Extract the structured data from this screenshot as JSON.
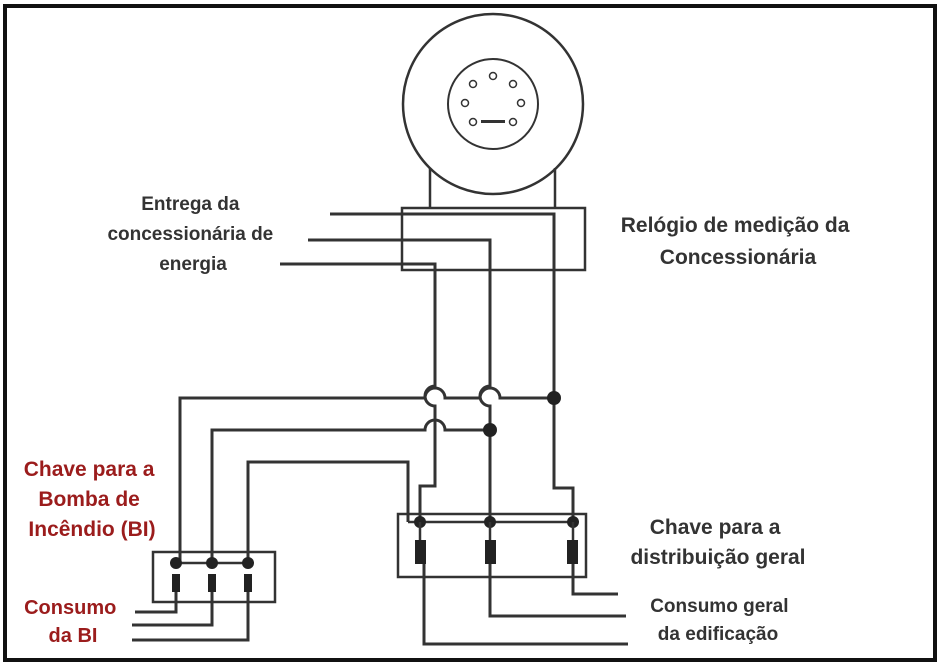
{
  "labels": {
    "entrega": [
      "Entrega da",
      "concessionária de",
      "energia"
    ],
    "relogio": [
      "Relógio de medição da",
      "Concessionária"
    ],
    "chave_bi": [
      "Chave para a",
      "Bomba de",
      "Incêndio (BI)"
    ],
    "chave_geral": [
      "Chave para a",
      "distribuição geral"
    ],
    "consumo_bi": [
      "Consumo",
      "da BI"
    ],
    "consumo_geral": [
      "Consumo geral",
      "da edificação"
    ]
  },
  "colors": {
    "text": "#333333",
    "highlight": "#9b1c1c",
    "wire": "#333333",
    "frame": "#111111"
  }
}
